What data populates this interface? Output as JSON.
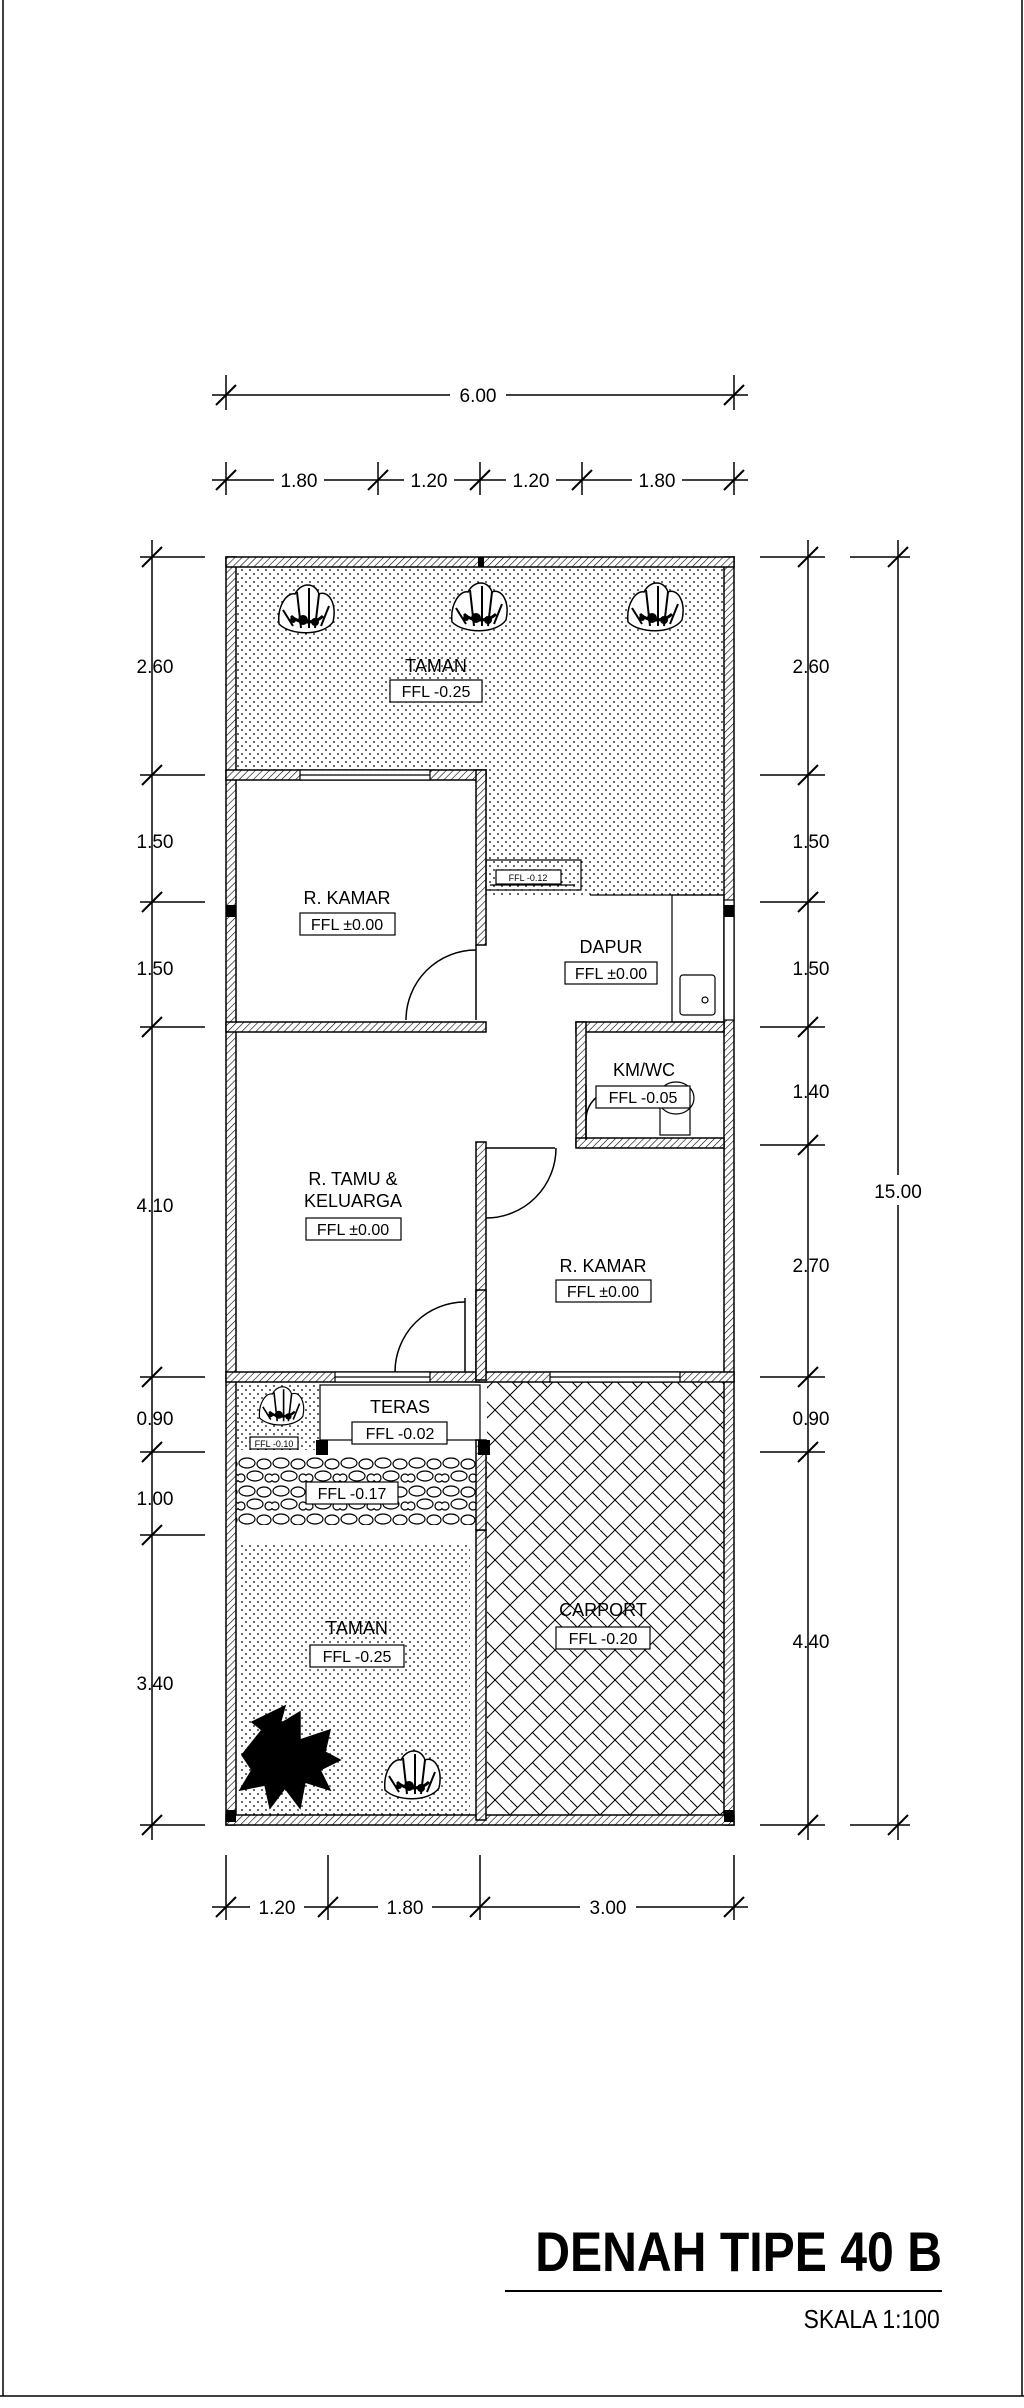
{
  "title": "DENAH TIPE 40 B",
  "scale": "SKALA 1:100",
  "dimensions": {
    "top_total": "6.00",
    "top_parts": [
      "1.80",
      "1.20",
      "1.20",
      "1.80"
    ],
    "left_parts": [
      "2.60",
      "1.50",
      "1.50",
      "4.10",
      "0.90",
      "1.00",
      "3.40"
    ],
    "right_parts": [
      "2.60",
      "1.50",
      "1.50",
      "1.40",
      "2.70",
      "0.90",
      "4.40"
    ],
    "right_total": "15.00",
    "bottom_parts": [
      "1.20",
      "1.80",
      "3.00"
    ]
  },
  "rooms": {
    "taman_top": {
      "name": "TAMAN",
      "ffl": "FFL -0.25"
    },
    "kamar1": {
      "name": "R. KAMAR",
      "ffl": "FFL ±0.00"
    },
    "dapur": {
      "name": "DAPUR",
      "ffl": "FFL ±0.00"
    },
    "step_small": {
      "ffl": "FFL -0.12"
    },
    "kmwc": {
      "name": "KM/WC",
      "ffl": "FFL -0.05"
    },
    "tamu_line1": "R. TAMU &",
    "tamu_line2": "KELUARGA",
    "tamu_ffl": "FFL ±0.00",
    "kamar2": {
      "name": "R. KAMAR",
      "ffl": "FFL ±0.00"
    },
    "teras": {
      "name": "TERAS",
      "ffl": "FFL -0.02"
    },
    "teras_small": {
      "ffl": "FFL -0.10"
    },
    "stone": {
      "ffl": "FFL -0.17"
    },
    "taman_bottom": {
      "name": "TAMAN",
      "ffl": "FFL -0.25"
    },
    "carport": {
      "name": "CARPORT",
      "ffl": "FFL -0.20"
    }
  }
}
